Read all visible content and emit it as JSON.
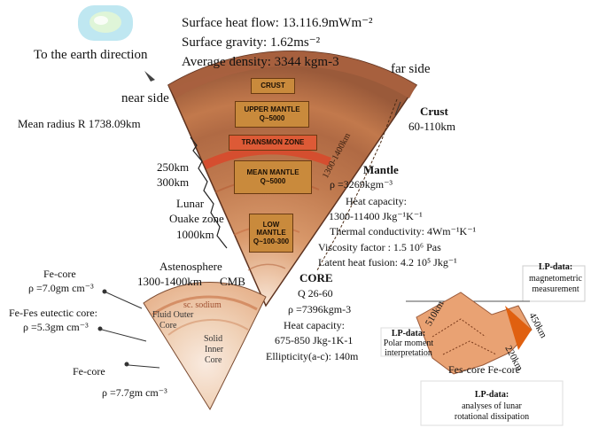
{
  "header": {
    "heat_flow": "Surface heat flow: 13.116.9mWm⁻²",
    "gravity": "Surface gravity: 1.62ms⁻²",
    "density": "Average density: 3344 kgm-3"
  },
  "earth_direction": "To the earth direction",
  "far_side": "far side",
  "near_side": "near side",
  "mean_radius": "Mean radius R 1738.09km",
  "depth_labels": {
    "d250": "250km",
    "d300": "300km",
    "lunar_quake_line1": "Lunar",
    "lunar_quake_line2": "Ouake zone",
    "d1000": "1000km",
    "astenosphere": "Astenosphere",
    "d1300": "1300-1400km",
    "cmb": "CMB"
  },
  "layers": {
    "crust": "CRUST",
    "upper_mantle": "UPPER MANTLE",
    "upper_mantle_q": "Q~5000",
    "transmon": "TRANSMON ZONE",
    "mean_mantle": "MEAN MANTLE",
    "mean_mantle_q": "Q~5000",
    "low_mantle_1": "LOW",
    "low_mantle_2": "MANTLE",
    "low_mantle_q": "Q~100-300",
    "depth_axis": "1300-1400km"
  },
  "crust_info": {
    "title": "Crust",
    "range": "60-110km"
  },
  "mantle_info": {
    "title": "Mantle",
    "density": "ρ =3269kgm⁻³",
    "heat_capacity_label": "Heat capacity:",
    "heat_capacity_value": "1300-11400 Jkg⁻¹K⁻¹",
    "thermal": "Thermal  conductivity: 4Wm⁻¹K⁻¹",
    "viscosity": "Viscosity  factor : 1.5 10⁶ Pas",
    "latent": "Latent heat fusion: 4.2 10⁵ Jkg⁻¹"
  },
  "core_info": {
    "title": "CORE",
    "q": "Q 26-60",
    "density": "ρ =7396kgm-3",
    "heat_capacity_label": "Heat capacity:",
    "heat_capacity_value": "675-850 Jkg-1K-1",
    "ellipticity": "Ellipticity(a-c): 140m"
  },
  "fe_core_models": {
    "fe_core_1": "Fe-core",
    "fe_core_1_density": "ρ =7.0gm cm⁻³",
    "fes_eutectic": "Fe-Fes eutectic core:",
    "fes_eutectic_density": "ρ =5.3gm cm⁻³",
    "fe_core_2": "Fe-core",
    "fe_core_2_density": "ρ =7.7gm cm⁻³"
  },
  "core_detail": {
    "fluid_outer_1": "Fluid Outer",
    "fluid_outer_2": "Core",
    "solid_inner_1": "Solid",
    "solid_inner_2": "Inner",
    "solid_inner_3": "Core",
    "top_label": "sc. sodium"
  },
  "lp_data": {
    "magnetometric_title": "LP-data:",
    "magnetometric_1": "magnetometric",
    "magnetometric_2": "measurement",
    "polar_title": "LP-data:",
    "polar_1": "Polar moment",
    "polar_2": "interpretation",
    "dissipation_title": "LP-data:",
    "dissipation_1": "analyses of lunar",
    "dissipation_2": "rotational dissipation"
  },
  "right_diagram": {
    "d510": "510km",
    "d450": "450km",
    "d220": "220km",
    "caption": "Fes-core Fe-core"
  },
  "colors": {
    "crust": "#b9724a",
    "mantle_light": "#e2b08a",
    "transmon": "#d9482a",
    "core": "#f3d9c4"
  }
}
